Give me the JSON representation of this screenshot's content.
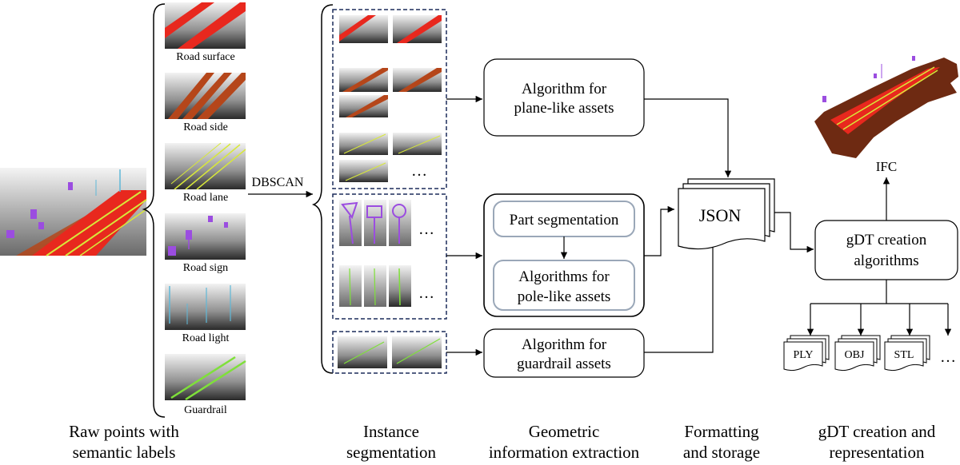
{
  "semantic_labels": {
    "road_surface": "Road surface",
    "road_side": "Road side",
    "road_lane": "Road lane",
    "road_sign": "Road sign",
    "road_light": "Road light",
    "guardrail": "Guardrail"
  },
  "dbscan": "DBSCAN",
  "ellipsis": "…",
  "boxes": {
    "plane_line1": "Algorithm for",
    "plane_line2": "plane-like assets",
    "part_segmentation": "Part segmentation",
    "pole_line1": "Algorithms for",
    "pole_line2": "pole-like assets",
    "guardrail_line1": "Algorithm for",
    "guardrail_line2": "guardrail assets",
    "json": "JSON",
    "gdt_line1": "gDT creation",
    "gdt_line2": "algorithms",
    "ifc": "IFC"
  },
  "formats": [
    "PLY",
    "OBJ",
    "STL"
  ],
  "stages": {
    "raw_line1": "Raw points with",
    "raw_line2": "semantic labels",
    "inst_line1": "Instance",
    "inst_line2": "segmentation",
    "geo_line1": "Geometric",
    "geo_line2": "information extraction",
    "fmt_line1": "Formatting",
    "fmt_line2": "and storage",
    "gdt_line1": "gDT creation and",
    "gdt_line2": "representation"
  },
  "colors": {
    "road_red": "#e8281e",
    "road_side_brown": "#b5461a",
    "lane_yellow": "#d8e83a",
    "guardrail_green": "#7fe03a",
    "sign_purple": "#9b4de0",
    "light_blue": "#5fb8d8",
    "terrain_brown": "#6e2a12"
  }
}
